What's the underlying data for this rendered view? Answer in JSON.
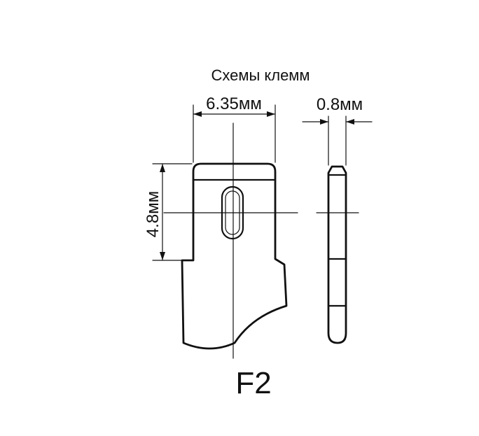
{
  "diagram": {
    "title": "Схемы клемм",
    "dimensions": {
      "width": "6.35мм",
      "thickness": "0.8мм",
      "height": "4.8мм"
    },
    "terminal_code": "F2"
  },
  "colors": {
    "ink": "#111111",
    "background": "#ffffff"
  }
}
